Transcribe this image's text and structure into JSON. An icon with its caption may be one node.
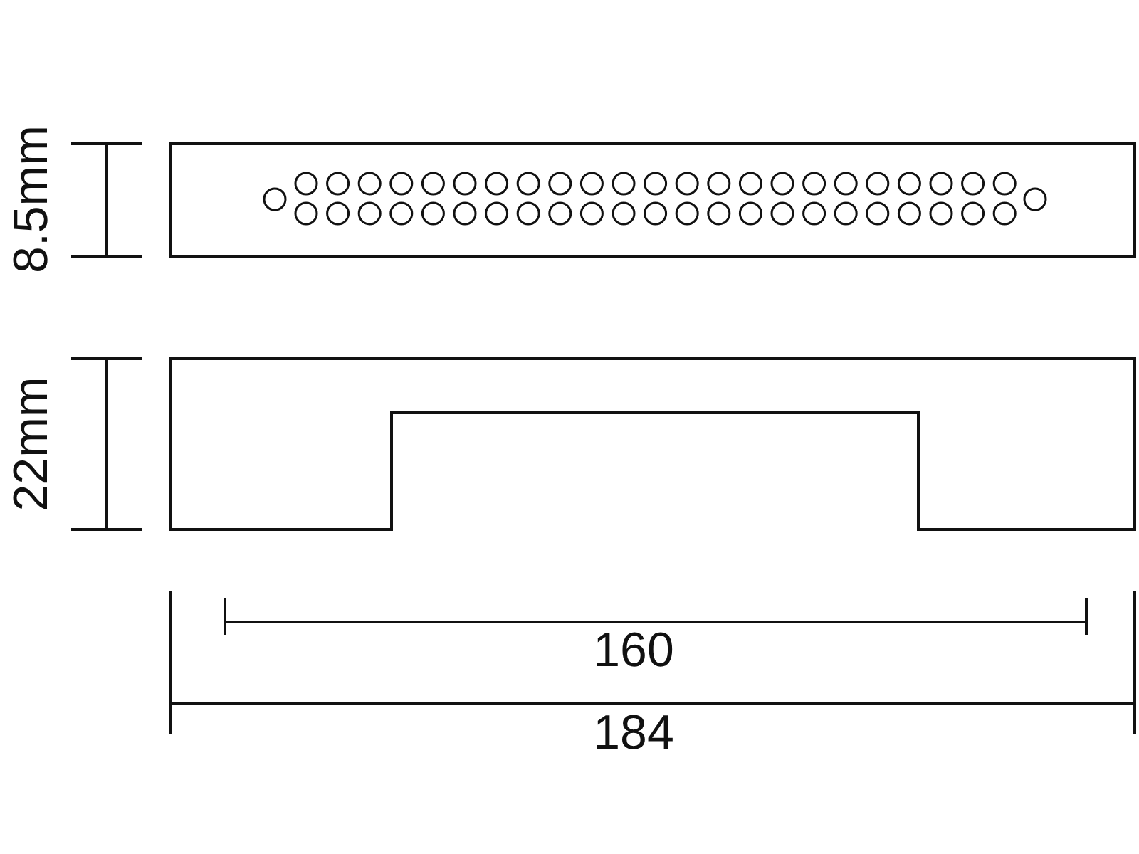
{
  "diagram": {
    "labels": [
      "8.5mm",
      "22mm",
      "160",
      "184"
    ]
  }
}
